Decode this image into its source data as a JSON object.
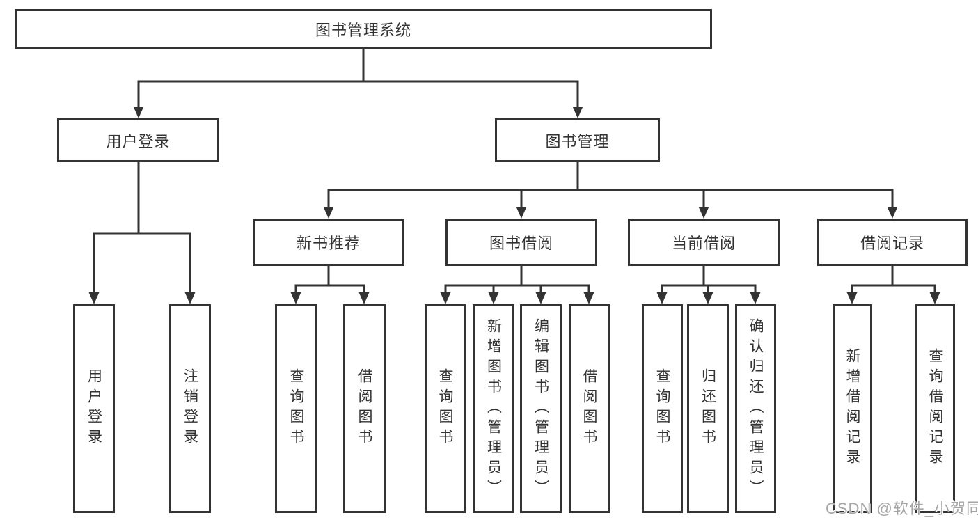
{
  "diagram": {
    "root_label": "图书管理系统",
    "branches": [
      {
        "label": "用户登录",
        "leaves": [
          "用户登录",
          "注销登录"
        ]
      },
      {
        "label": "图书管理",
        "groups": [
          {
            "label": "新书推荐",
            "leaves": [
              "查询图书",
              "借阅图书"
            ]
          },
          {
            "label": "图书借阅",
            "leaves": [
              "查询图书",
              "新增图书（管理员）",
              "编辑图书（管理员）",
              "借阅图书"
            ]
          },
          {
            "label": "当前借阅",
            "leaves": [
              "查询图书",
              "归还图书",
              "确认归还（管理员）"
            ]
          },
          {
            "label": "借阅记录",
            "leaves": [
              "新增借阅记录",
              "查询借阅记录"
            ]
          }
        ]
      }
    ],
    "line_color": "#333333",
    "box_border_color": "#333333",
    "background_color": "#ffffff"
  },
  "watermark": "CSDN @软件_小贺同学"
}
